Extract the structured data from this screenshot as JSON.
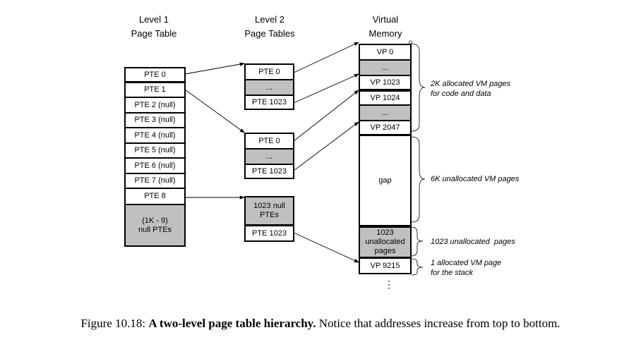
{
  "headers": {
    "level1": [
      "Level 1",
      "Page Table"
    ],
    "level2": [
      "Level 2",
      "Page Tables"
    ],
    "vm": [
      "Virtual",
      "Memory"
    ]
  },
  "level1_table": [
    "PTE 0",
    "PTE 1",
    "PTE 2 (null)",
    "PTE 3 (null)",
    "PTE 4 (null)",
    "PTE 5 (null)",
    "PTE 6 (null)",
    "PTE 7 (null)",
    "PTE 8",
    "(1K - 9)\nnull PTEs"
  ],
  "level2_tables": [
    [
      "PTE 0",
      "...",
      "PTE 1023"
    ],
    [
      "PTE 0",
      "...",
      "PTE 1023"
    ],
    [
      "1023 null\nPTEs",
      "PTE 1023"
    ]
  ],
  "vm": {
    "zero_label": "0",
    "cells": [
      "VP 0",
      "...",
      "VP 1023",
      "VP 1024",
      "...",
      "VP 2047",
      "gap",
      "1023\nunallocated\npages",
      "VP 9215"
    ],
    "continuation": "⋮"
  },
  "annotations": [
    "2K allocated VM pages\nfor code and data",
    "6K unallocated VM pages",
    "1023 unallocated  pages",
    "1 allocated VM page\nfor the stack"
  ],
  "caption": {
    "prefix": "Figure 10.18: ",
    "title": "A two-level page table hierarchy.",
    "text": " Notice that addresses increase from top to bottom."
  }
}
